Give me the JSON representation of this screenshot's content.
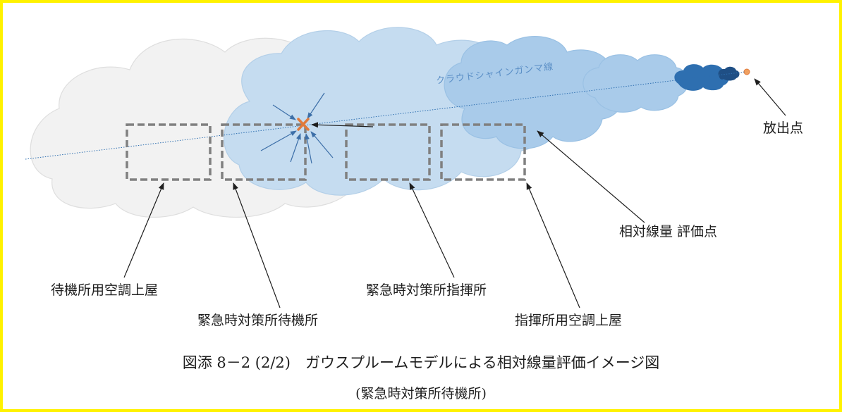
{
  "diagram": {
    "plume_label": "クラウドシャインガンマ線",
    "labels": {
      "release_point": "放出点",
      "evaluation_point": "相対線量 評価点",
      "standby_ac_roof": "待機所用空調上屋",
      "emergency_standby": "緊急時対策所待機所",
      "emergency_command": "緊急時対策所指揮所",
      "command_ac_roof": "指揮所用空調上屋"
    },
    "colors": {
      "page_border": "#fff200",
      "cloud_pale": "#f2f2f2",
      "cloud_light": "#c5dcf0",
      "cloud_mid": "#a9cbea",
      "cloud_dark": "#2e6fb0",
      "plume_text": "#5b8fc6",
      "evaluation_mark": "#e07a3c",
      "building_outline": "#808080",
      "ray_arrow": "#3d6fa8"
    }
  },
  "caption": {
    "line1": "図添 8－2 (2/2)　ガウスプルームモデルによる相対線量評価イメージ図",
    "line2": "(緊急時対策所待機所)"
  }
}
